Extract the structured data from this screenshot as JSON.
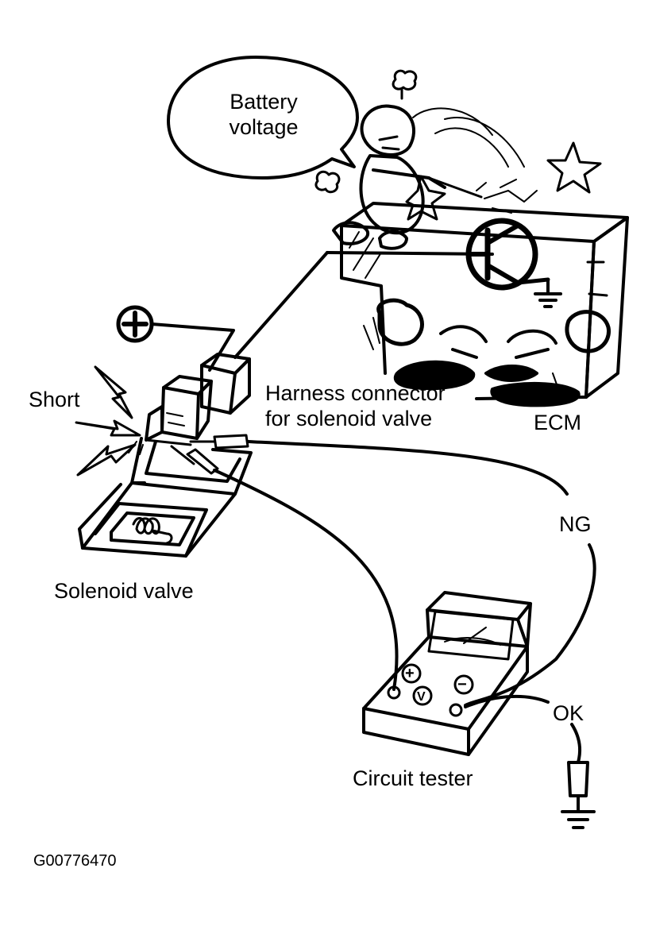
{
  "labels": {
    "speech_line1": "Battery",
    "speech_line2": "voltage",
    "short": "Short",
    "harness_line1": "Harness connector",
    "harness_line2": "for solenoid valve",
    "ecm": "ECM",
    "ng": "NG",
    "solenoid": "Solenoid valve",
    "ok": "OK",
    "tester": "Circuit tester",
    "figure_id": "G00776470"
  },
  "meter": {
    "plus": "+",
    "minus": "−",
    "volts": "V"
  },
  "icons": {
    "battery_plus": "plus-in-circle-icon",
    "ground": "ground-icon"
  }
}
